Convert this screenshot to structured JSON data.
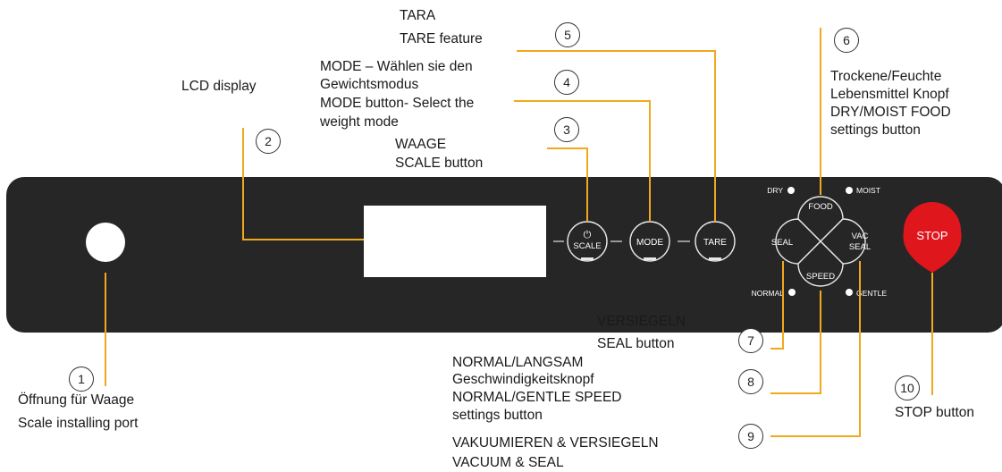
{
  "callouts": {
    "c1": {
      "num": "1",
      "lines": [
        "Öffnung für Waage",
        "Scale installing port"
      ]
    },
    "c2": {
      "num": "2",
      "lines": [
        "LCD display"
      ]
    },
    "c3": {
      "num": "3",
      "lines": [
        "WAAGE",
        "SCALE button"
      ]
    },
    "c4": {
      "num": "4",
      "lines": [
        "MODE – Wählen sie den",
        "Gewichtsmodus",
        "MODE button- Select the",
        "weight mode"
      ]
    },
    "c5": {
      "num": "5",
      "lines": [
        "TARA",
        "TARE feature"
      ]
    },
    "c6": {
      "num": "6",
      "lines": [
        "Trockene/Feuchte",
        "Lebensmittel Knopf",
        "DRY/MOIST FOOD",
        "settings button"
      ]
    },
    "c7": {
      "num": "7",
      "lines": [
        "VERSIEGELN",
        "SEAL button"
      ]
    },
    "c8": {
      "num": "8",
      "lines": [
        "NORMAL/LANGSAM",
        "Geschwindigkeitsknopf",
        "NORMAL/GENTLE  SPEED",
        "settings button"
      ]
    },
    "c9": {
      "num": "9",
      "lines": [
        "VAKUUMIEREN & VERSIEGELN",
        "VACUUM & SEAL"
      ]
    },
    "c10": {
      "num": "10",
      "lines": [
        "STOP button"
      ]
    }
  },
  "panel": {
    "scale_button": "SCALE",
    "power_symbol": "⏻",
    "mode_button": "MODE",
    "tare_button": "TARE",
    "food_button": "FOOD",
    "seal_button": "SEAL",
    "vac_seal_button": [
      "VAC",
      "SEAL"
    ],
    "speed_button": "SPEED",
    "stop_button": "STOP",
    "indicator_dry": "DRY",
    "indicator_moist": "MOIST",
    "indicator_normal": "NORMAL",
    "indicator_gentle": "GENTLE"
  },
  "colors": {
    "leader_line": "#f2a81d",
    "panel": "#262626",
    "stop": "#e0161d",
    "lcd": "#ffffff"
  }
}
